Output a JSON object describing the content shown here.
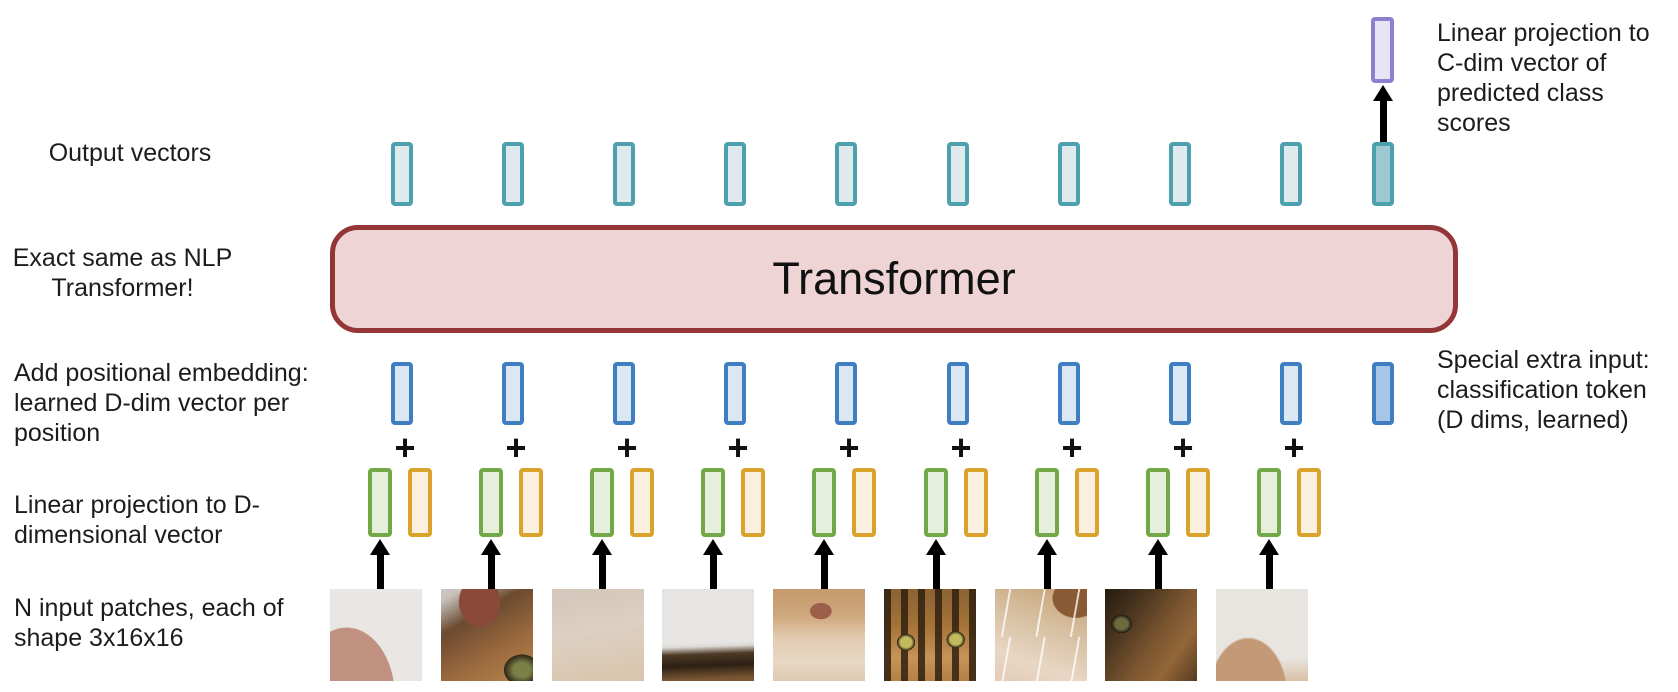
{
  "labels": {
    "output_vectors": "Output vectors",
    "exact_same": "Exact same as NLP\nTransformer!",
    "positional_embedding": "Add positional embedding:\nlearned D-dim vector per\nposition",
    "linear_projection_d": "Linear projection to D-\ndimensional vector",
    "input_patches": "N input patches, each of\nshape 3x16x16",
    "linear_projection_c": "Linear projection to\nC-dim vector of\npredicted class\nscores",
    "special_input": "Special extra input:\nclassification token\n(D dims, learned)"
  },
  "transformer": {
    "label": "Transformer"
  },
  "plus_symbol": "+",
  "diagram": {
    "num_patches": 9,
    "patch_descriptions": [
      "pinkish cat ear tip on light background",
      "brown cat ear and orange fur with green eye",
      "blurry cream cat fur with faint whiskers",
      "light background above dark tabby fur",
      "cat muzzle with nose over cream chest",
      "tabby cat face close-up with two green eyes",
      "white whiskers over tan fur and brown ear",
      "dark tabby fur close-up with eye",
      "tan cat ear on light background"
    ]
  },
  "colors": {
    "background": "#ffffff",
    "text": "#1c1c1c",
    "arrow": "#000000",
    "teal_border": "#4da0ad",
    "teal_fill": "#dfeaee",
    "teal_dark_fill": "#9fc9d0",
    "purple_border": "#8d80d0",
    "purple_fill": "#e7e4f6",
    "blue_border": "#3f7fc1",
    "blue_fill": "#dbe7f3",
    "blue_dark_fill": "#a5c6e4",
    "green_border": "#72a845",
    "green_fill": "#e6efdc",
    "orange_border": "#d9a32c",
    "orange_fill": "#fbf0e0",
    "transformer_fill": "#efd4d6",
    "transformer_border": "#943638"
  }
}
